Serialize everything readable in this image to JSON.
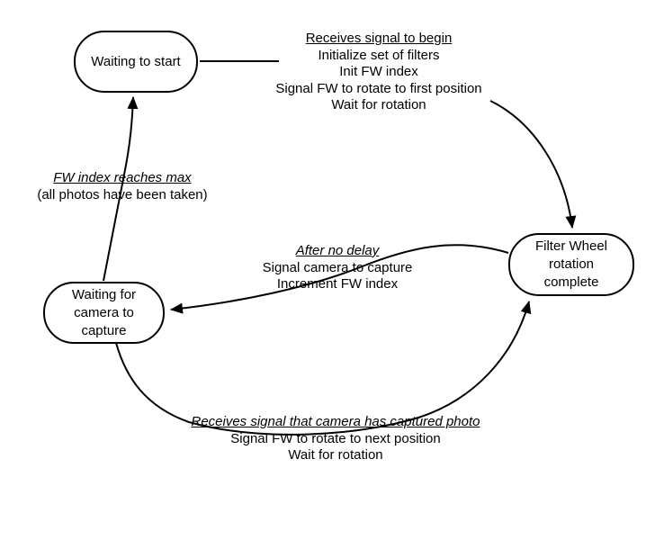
{
  "diagram": {
    "background": "#ffffff",
    "line_color": "#000000",
    "text_color": "#000000"
  },
  "states": [
    {
      "label": "Waiting to start"
    },
    {
      "label": "Filter Wheel rotation complete"
    },
    {
      "label": "Waiting for camera to capture"
    }
  ],
  "transitions": [
    {
      "from": "Waiting to start",
      "to": "Filter Wheel rotation complete",
      "title": "Receives signal to begin",
      "actions": [
        "Initialize set of filters",
        "Init FW index",
        "Signal FW to rotate to first position",
        "Wait for rotation"
      ]
    },
    {
      "from": "Waiting for camera to capture",
      "to": "Waiting to start",
      "title": "FW index reaches max",
      "actions": [
        "(all photos have been taken)"
      ]
    },
    {
      "from": "Filter Wheel rotation complete",
      "to": "Waiting for camera to capture",
      "title": "After no delay",
      "actions": [
        "Signal camera to capture",
        "Increment FW index"
      ]
    },
    {
      "from": "Waiting for camera to capture",
      "to": "Filter Wheel rotation complete",
      "title": "Receives signal that camera has captured photo",
      "actions": [
        "Signal FW to rotate to next position",
        "Wait for rotation"
      ]
    }
  ]
}
